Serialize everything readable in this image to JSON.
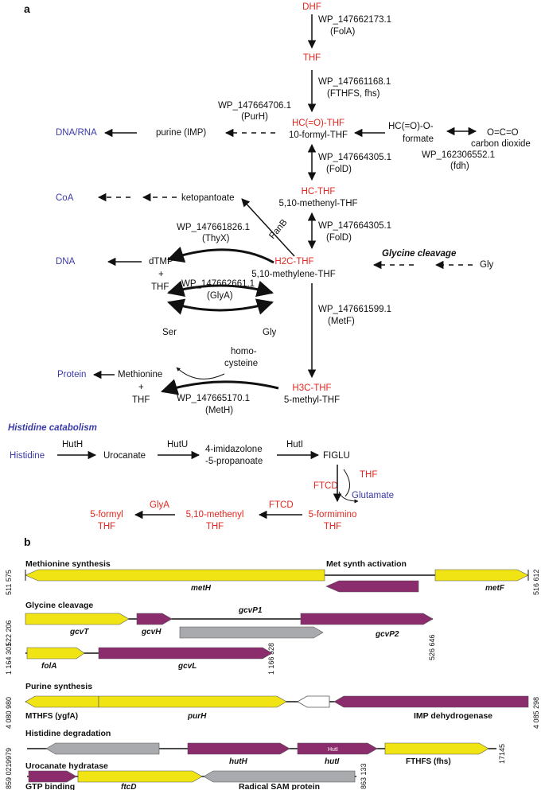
{
  "panels": {
    "a": "a",
    "b": "b"
  },
  "pathway": {
    "dhf": "DHF",
    "thf": "THF",
    "fola_id": "WP_147662173.1",
    "fola_name": "(FolA)",
    "fthfs_id": "WP_147661168.1",
    "fthfs_name": "(FTHFS, fhs)",
    "purh_id": "WP_147664706.1",
    "purh_name": "(PurH)",
    "dna_rna": "DNA/RNA",
    "purine": "purine (IMP)",
    "hco_thf": "HC(=O)-THF",
    "formyl_thf": "10-formyl-THF",
    "formate1": "HC(=O)-O-",
    "formate2": "formate",
    "co2_formula": "O=C=O",
    "co2_name": "carbon dioxide",
    "fdh_id": "WP_162306552.1",
    "fdh_name": "(fdh)",
    "fold_id_1": "WP_147664305.1",
    "fold_name_1": "(FolD)",
    "coa": "CoA",
    "ketopantoate": "ketopantoate",
    "hc_thf": "HC-THF",
    "methenyl_thf": "5,10-methenyl-THF",
    "panb": "PanB",
    "thyx_id": "WP_147661826.1",
    "thyx_name": "(ThyX)",
    "fold_id_2": "WP_147664305.1",
    "fold_name_2": "(FolD)",
    "dna": "DNA",
    "dtmp": "dTMP",
    "plus1": "+",
    "thf2": "THF",
    "h2c_thf": "H2C-THF",
    "methylene_thf": "5,10-methylene-THF",
    "glycine_cleavage": "Glycine cleavage",
    "gly_right": "Gly",
    "glya_id": "WP_147662661.1",
    "glya_name": "(GlyA)",
    "metf_id": "WP_147661599.1",
    "metf_name": "(MetF)",
    "ser": "Ser",
    "gly": "Gly",
    "homo1": "homo-",
    "homo2": "cysteine",
    "protein": "Protein",
    "methionine": "Methionine",
    "plus2": "+",
    "thf3": "THF",
    "meth_id": "WP_147665170.1",
    "meth_name": "(MetH)",
    "h3c_thf": "H3C-THF",
    "methyl_thf": "5-methyl-THF"
  },
  "histidine": {
    "title": "Histidine catabolism",
    "histidine": "Histidine",
    "huth": "HutH",
    "urocanate": "Urocanate",
    "hutu": "HutU",
    "imid1": "4-imidazolone",
    "imid2": "-5-propanoate",
    "huti": "HutI",
    "figlu": "FIGLU",
    "thf": "THF",
    "ftcd1": "FTCD",
    "glutamate": "Glutamate",
    "formimino1": "5-formimino",
    "formimino2": "THF",
    "ftcd2": "FTCD",
    "methenyl1": "5,10-methenyl",
    "methenyl2": "THF",
    "glya": "GlyA",
    "formyl1": "5-formyl",
    "formyl2": "THF"
  },
  "colors": {
    "red": "#e3261f",
    "blue": "#3a3aa8",
    "yellow": "#f0e414",
    "purple": "#8b2d6c",
    "grey": "#a8aaad",
    "white": "#ffffff"
  },
  "clusters": [
    {
      "title": "Methionine synthesis",
      "extra_title": "Met synth activation",
      "start": "511 575",
      "end": "516 612",
      "genes": [
        {
          "label": "metH",
          "color": "yellow"
        },
        {
          "label": "",
          "color": "purple"
        },
        {
          "label": "metF",
          "color": "yellow"
        }
      ]
    },
    {
      "title": "Glycine cleavage",
      "start": "522 206",
      "end": "526 646",
      "genes": [
        {
          "label": "gcvT",
          "color": "yellow"
        },
        {
          "label": "gcvH",
          "color": "purple"
        },
        {
          "label": "gcvP1",
          "color": "grey"
        },
        {
          "label": "gcvP2",
          "color": "purple"
        }
      ]
    },
    {
      "title": "",
      "start": "1 164 301",
      "end": "1 166 528",
      "genes": [
        {
          "label": "folA",
          "color": "yellow"
        },
        {
          "label": "gcvL",
          "color": "purple"
        }
      ]
    },
    {
      "title": "Purine synthesis",
      "start": "4 080 980",
      "end": "4 085 298",
      "genes": [
        {
          "label": "MTHFS (ygfA)",
          "color": "yellow"
        },
        {
          "label": "purH",
          "color": "yellow"
        },
        {
          "label": "",
          "color": "white"
        },
        {
          "label": "IMP dehydrogenase",
          "color": "purple"
        }
      ]
    },
    {
      "title": "Histidine degradation",
      "start": "9979",
      "end": "17145",
      "genes": [
        {
          "label": "",
          "color": "grey"
        },
        {
          "label": "hutH",
          "color": "purple"
        },
        {
          "label": "hutI",
          "color": "purple"
        },
        {
          "label": "FTHFS (fhs)",
          "color": "yellow"
        }
      ]
    },
    {
      "title": "Urocanate hydratase",
      "start": "859 021",
      "end": "863 133",
      "genes": [
        {
          "label": "GTP binding",
          "color": "purple"
        },
        {
          "label": "ftcD",
          "color": "yellow"
        },
        {
          "label": "Radical SAM protein",
          "color": "grey"
        }
      ]
    }
  ]
}
